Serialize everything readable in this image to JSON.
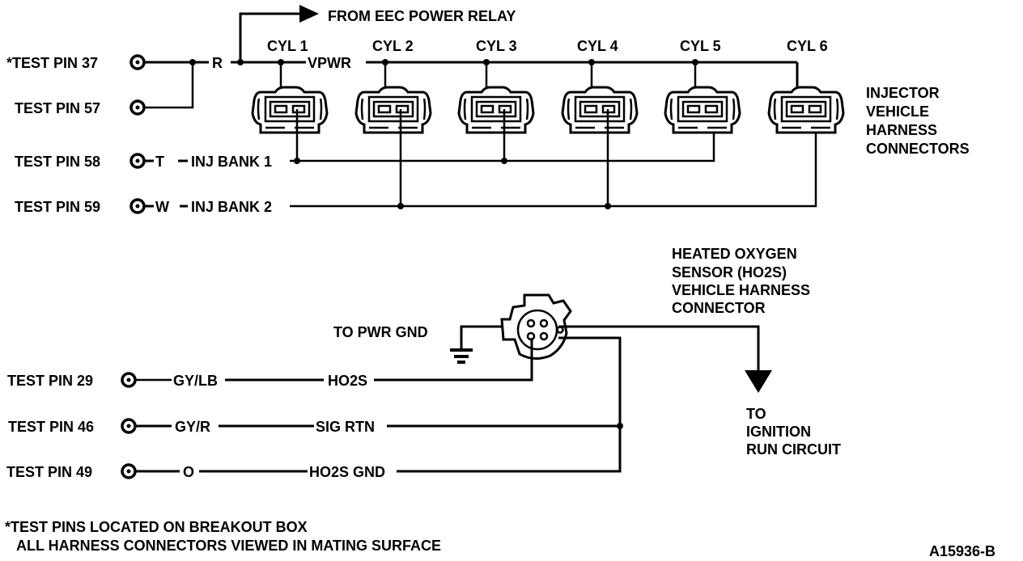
{
  "title_arrow": "FROM EEC POWER RELAY",
  "injector_section": {
    "test_pins": [
      {
        "label": "*TEST PIN 37",
        "wire_color": "R",
        "circuit": "VPWR"
      },
      {
        "label": "TEST PIN 57",
        "wire_color": "",
        "circuit": ""
      },
      {
        "label": "TEST PIN 58",
        "wire_color": "T",
        "circuit": "INJ BANK 1"
      },
      {
        "label": "TEST PIN 59",
        "wire_color": "W",
        "circuit": "INJ BANK 2"
      }
    ],
    "cylinders": [
      "CYL 1",
      "CYL 2",
      "CYL 3",
      "CYL 4",
      "CYL 5",
      "CYL 6"
    ],
    "bank1_cylinders": [
      "CYL 1",
      "CYL 3",
      "CYL 5"
    ],
    "bank2_cylinders": [
      "CYL 2",
      "CYL 4",
      "CYL 6"
    ],
    "connector_label_lines": [
      "INJECTOR",
      "VEHICLE",
      "HARNESS",
      "CONNECTORS"
    ]
  },
  "ho2s_section": {
    "connector_label_lines": [
      "HEATED OXYGEN",
      "SENSOR (HO2S)",
      "VEHICLE HARNESS",
      "CONNECTOR"
    ],
    "ground_label": "TO PWR GND",
    "ignition_label_lines": [
      "TO",
      "IGNITION",
      "RUN CIRCUIT"
    ],
    "test_pins": [
      {
        "label": "TEST PIN 29",
        "wire_color": "GY/LB",
        "circuit": "HO2S"
      },
      {
        "label": "TEST PIN 46",
        "wire_color": "GY/R",
        "circuit": "SIG RTN"
      },
      {
        "label": "TEST PIN 49",
        "wire_color": "O",
        "circuit": "HO2S GND"
      }
    ]
  },
  "footnotes": [
    "*TEST PINS LOCATED ON BREAKOUT BOX",
    "ALL HARNESS CONNECTORS VIEWED IN MATING SURFACE"
  ],
  "figure_id": "A15936-B"
}
